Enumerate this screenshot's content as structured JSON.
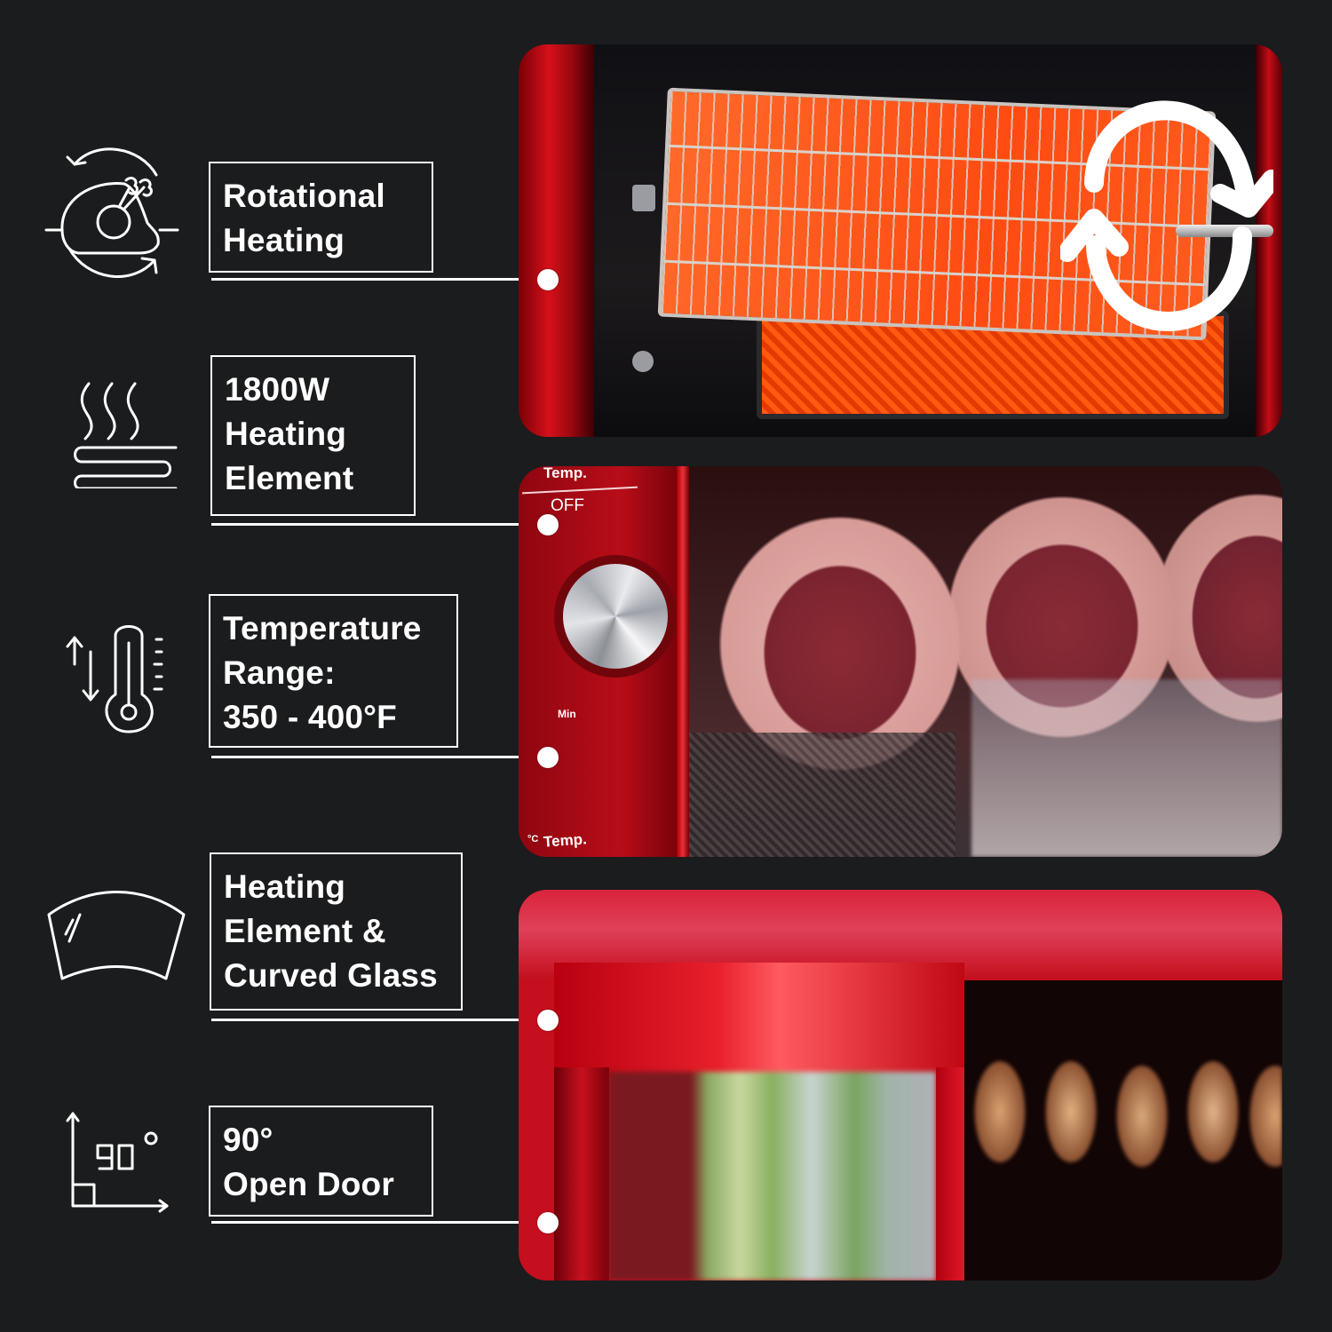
{
  "colors": {
    "background": "#1b1c1e",
    "foreground": "#ffffff",
    "accent_red": "#c50e1e"
  },
  "features": [
    {
      "icon": "rotating-chicken-icon",
      "lines": [
        "Rotational",
        "Heating"
      ]
    },
    {
      "icon": "heating-element-steam-icon",
      "lines": [
        "1800W",
        "Heating",
        "Element"
      ]
    },
    {
      "icon": "thermometer-arrows-icon",
      "lines": [
        "Temperature",
        "Range:",
        "350 - 400°F"
      ]
    },
    {
      "icon": "curved-glass-icon",
      "lines": [
        "Heating",
        "Element &",
        "Curved Glass"
      ]
    },
    {
      "icon": "ninety-degree-angle-icon",
      "lines": [
        "90°",
        "Open Door"
      ]
    }
  ],
  "icons": {
    "ninety_label": "90"
  },
  "photos": {
    "rotisserie": {
      "description": "Salmon fillet in rotating wire basket over heating element"
    },
    "meat_closeup": {
      "description": "Salted meat cuts behind glass, control panel with dial",
      "control_labels": {
        "temp_top": "Temp.",
        "off": "OFF",
        "min": "Min",
        "temp_bottom": "Temp.",
        "unit": "°C"
      }
    },
    "open_door": {
      "description": "Red oven with curved glass door open, chickens roasting inside"
    }
  }
}
